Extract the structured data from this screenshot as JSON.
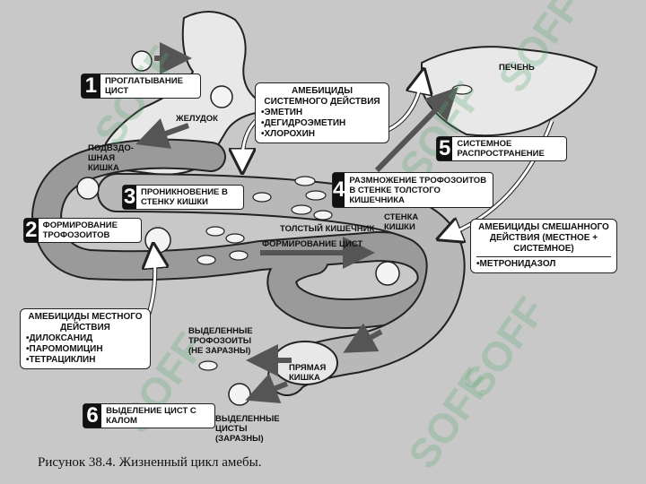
{
  "steps": [
    {
      "num": "1",
      "text": "ПРОГЛАТЫВАНИЕ ЦИСТ"
    },
    {
      "num": "2",
      "text": "ФОРМИРОВАНИЕ ТРОФОЗОИТОВ"
    },
    {
      "num": "3",
      "text": "ПРОНИКНОВЕНИЕ В СТЕНКУ КИШКИ"
    },
    {
      "num": "4",
      "text": "РАЗМНОЖЕНИЕ ТРОФОЗОИТОВ В СТЕНКЕ ТОЛСТОГО КИШЕЧНИКА"
    },
    {
      "num": "5",
      "text": "СИСТЕМНОЕ РАСПРОСТРАНЕНИЕ"
    },
    {
      "num": "6",
      "text": "ВЫДЕЛЕНИЕ ЦИСТ С КАЛОМ"
    }
  ],
  "labels": {
    "stomach": "ЖЕЛУДОК",
    "small_intestine": "ПОДВЗДО-ШНАЯ КИШКА",
    "liver": "ПЕЧЕНЬ",
    "colon": "ТОЛСТЫЙ КИШЕЧНИК",
    "gut_wall": "СТЕНКА КИШКИ",
    "cyst_formation": "ФОРМИРОВАНИЕ ЦИСТ",
    "rectum": "ПРЯМАЯ КИШКА",
    "excreted_troph": "ВЫДЕЛЕННЫЕ ТРОФОЗОИТЫ (НЕ ЗАРАЗНЫ)",
    "excreted_cysts": "ВЫДЕЛЕННЫЕ ЦИСТЫ (ЗАРАЗНЫ)"
  },
  "drugs": {
    "systemic": {
      "title": "АМЕБИЦИДЫ СИСТЕМНОГО ДЕЙСТВИЯ",
      "items": [
        "•ЭМЕТИН",
        "•ДЕГИДРОЭМЕТИН",
        "•ХЛОРОХИН"
      ]
    },
    "mixed": {
      "title": "АМЕБИЦИДЫ СМЕШАННОГО ДЕЙСТВИЯ (МЕСТНОЕ + СИСТЕМНОЕ)",
      "items": [
        "•МЕТРОНИДАЗОЛ"
      ]
    },
    "local": {
      "title": "АМЕБИЦИДЫ МЕСТНОГО ДЕЙСТВИЯ",
      "items": [
        "•ДИЛОКСАНИД",
        "•ПАРОМОМИЦИН",
        "•ТЕТРАЦИКЛИН"
      ]
    }
  },
  "caption": "Рисунок 38.4. Жизненный цикл амебы.",
  "watermark": "SOFF",
  "colors": {
    "background": "#c8c8c8",
    "gut": "#9a9a9a",
    "arrow": "#555555",
    "watermark": "#5aaa6e"
  }
}
